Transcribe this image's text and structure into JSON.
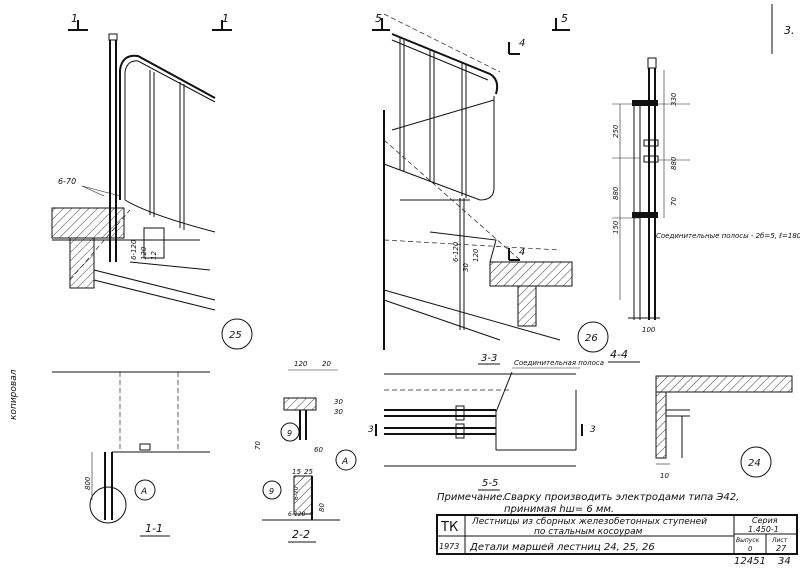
{
  "sheet": {
    "page_number": "3.",
    "archive_no": "12451",
    "archive_page": "34",
    "side_note": "копировал"
  },
  "detail_25": {
    "circle_label": "25",
    "section_marks": [
      "1",
      "1"
    ],
    "dims": [
      "6-70",
      "6-120",
      "120",
      "12"
    ]
  },
  "detail_26": {
    "circle_label": "26",
    "section_marks": [
      "5",
      "5"
    ],
    "mark_4_top": "4",
    "mark_4_bottom": "4",
    "dims": [
      "6-120",
      "30",
      "120"
    ]
  },
  "detail_44": {
    "title": "4-4",
    "dims_right": [
      "330",
      "880",
      "70"
    ],
    "dims_left": [
      "250",
      "880",
      "150"
    ],
    "bottom_dim": "100",
    "note": "Соединительные полосы - 2б=5, ℓ=180"
  },
  "detail_11": {
    "title": "1-1",
    "dim": "800",
    "callout": "A"
  },
  "detail_22": {
    "title": "2-2",
    "dims": [
      "120",
      "20",
      "60",
      "70",
      "30",
      "30",
      "15",
      "25",
      "6-120",
      "80",
      "6-70"
    ],
    "callouts": [
      "9",
      "A",
      "9"
    ]
  },
  "detail_33": {
    "title": "3-3",
    "mark_left": "3",
    "mark_right": "3",
    "note": "Соединительная полоса"
  },
  "detail_55": {
    "title": "5-5"
  },
  "detail_24": {
    "circle_label": "24",
    "dim": "10"
  },
  "note": {
    "label": "Примечание.",
    "line1": "Сварку производить электродами типа Э42,",
    "line2": "принимая hш= 6 мм."
  },
  "title_block": {
    "code": "ТК",
    "title_line1": "Лестницы из сборных железобетонных ступеней",
    "title_line2": "по стальным косоурам",
    "year": "1973",
    "subtitle": "Детали маршей лестниц 24, 25, 26",
    "series_label": "Серия",
    "series_value": "1.450-1",
    "issue_label": "Выпуск",
    "issue_value": "0",
    "sheet_label": "Лист",
    "sheet_value": "27"
  }
}
